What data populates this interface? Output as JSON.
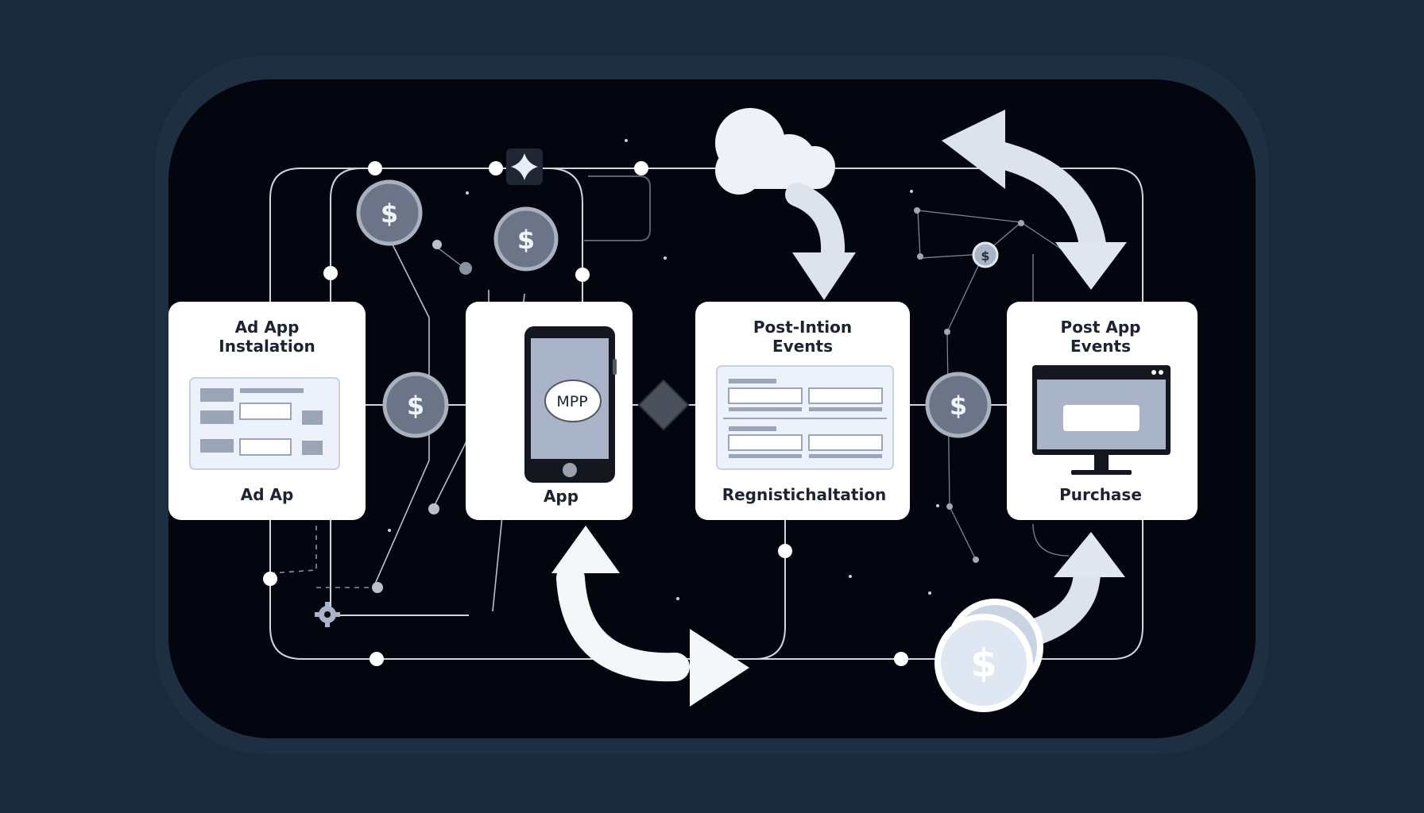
{
  "colors": {
    "background": "#1a2a3d",
    "panel": "#03060f",
    "card": "#ffffff",
    "line": "#d7dde6",
    "coin_fill": "#6b7587",
    "coin_light": "#dfe7f3",
    "arrow": "#e6ebf3",
    "screen": "#a9b4c8"
  },
  "cards": [
    {
      "id": "ad-app",
      "title_line1": "Ad App",
      "title_line2": "Instalation",
      "caption": "Ad Ap"
    },
    {
      "id": "app",
      "title_line1": "",
      "title_line2": "",
      "caption": "App",
      "phone_bubble": "MPP"
    },
    {
      "id": "post-install",
      "title_line1": "Post-Intion",
      "title_line2": "Events",
      "caption": "Regnistichaltation"
    },
    {
      "id": "post-app",
      "title_line1": "Post App",
      "title_line2": "Events",
      "caption": "Purchase"
    }
  ],
  "coins": [
    {
      "symbol": "$",
      "style": "dark"
    },
    {
      "symbol": "$",
      "style": "dark"
    },
    {
      "symbol": "$",
      "style": "dark"
    },
    {
      "symbol": "$",
      "style": "dark"
    },
    {
      "symbol": "$",
      "style": "light"
    },
    {
      "symbol": "$",
      "style": "light"
    }
  ],
  "icons": {
    "cloud": "cloud-icon",
    "sparkle": "sparkle-icon",
    "gear": "gear-icon",
    "phone": "phone-icon",
    "monitor": "monitor-icon"
  }
}
